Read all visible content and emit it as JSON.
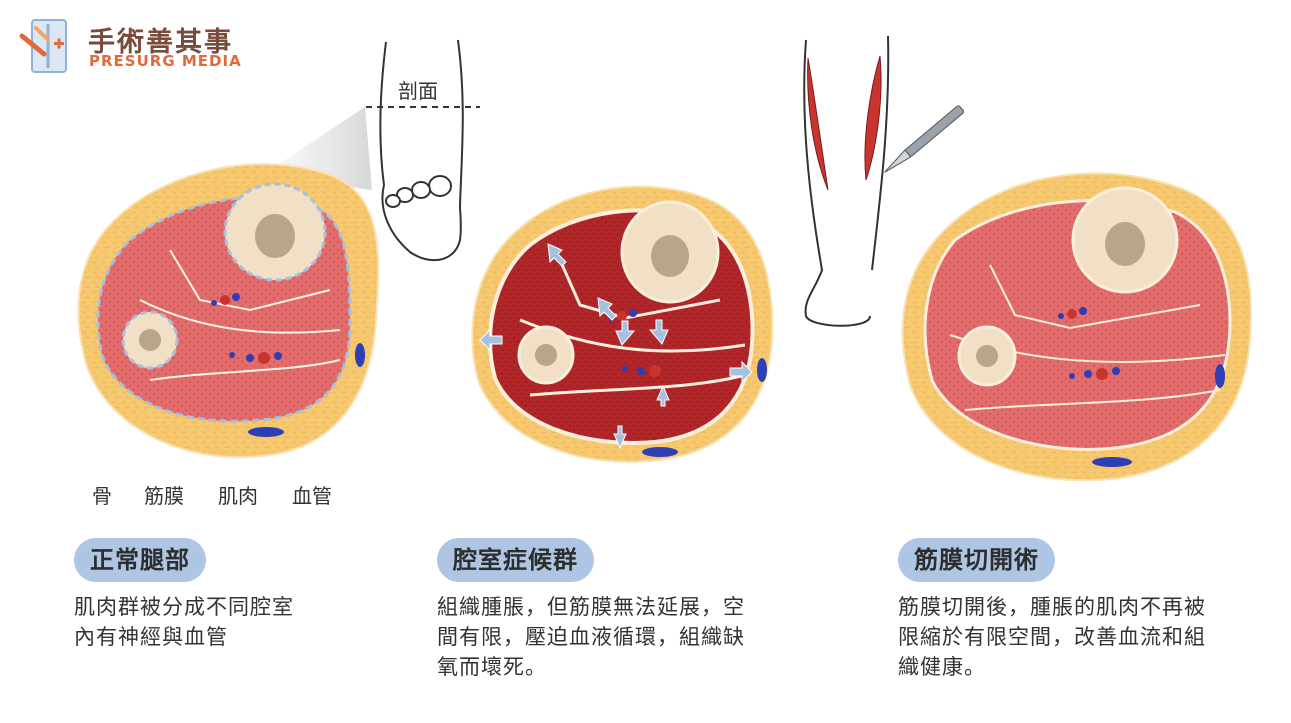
{
  "brand": {
    "title": "手術善其事",
    "subtitle": "PRESURG MEDIA"
  },
  "section_label": "剖面",
  "legend": [
    "骨",
    "筋膜",
    "肌肉",
    "血管"
  ],
  "panels": [
    {
      "title": "正常腿部",
      "description_lines": [
        "肌肉群被分成不同腔室",
        "內有神經與血管"
      ]
    },
    {
      "title": "腔室症候群",
      "description_lines": [
        "組織腫脹，但筋膜無法延展，空",
        "間有限，壓迫血液循環，組織缺",
        "氧而壞死。"
      ]
    },
    {
      "title": "筋膜切開術",
      "description_lines": [
        "筋膜切開後，腫脹的肌肉不再被",
        "限縮於有限空間，改善血流和組",
        "織健康。"
      ]
    }
  ],
  "colors": {
    "fat": "#f6c870",
    "muscle": "#e36c6c",
    "muscle_swollen": "#b12628",
    "bone": "#f1dfc6",
    "fascia": "#a6c0df",
    "vein": "#2e3fb6",
    "artery": "#c8352f",
    "pill": "#aec6e4",
    "brand_dark": "#7a4a3a",
    "brand_accent": "#e26a3a"
  }
}
